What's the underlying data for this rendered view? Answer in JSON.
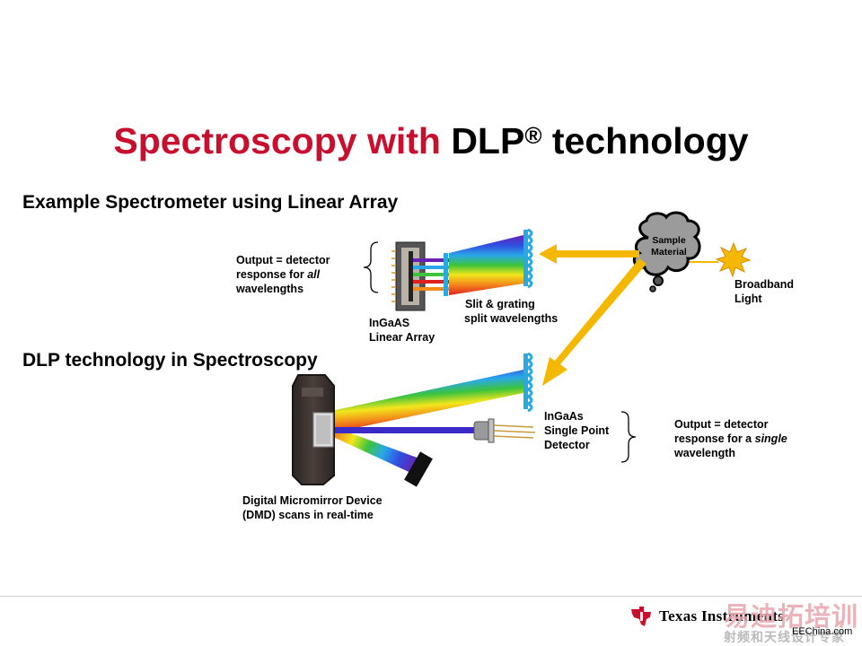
{
  "title": {
    "part1": "Spectroscopy with ",
    "part2": "DLP",
    "reg": "®",
    "part3": " technology"
  },
  "sections": {
    "linear_array": "Example Spectrometer  using Linear Array",
    "dlp": "DLP technology in Spectroscopy"
  },
  "labels": {
    "output_all_1": "Output = detector",
    "output_all_2a": "response for ",
    "output_all_2b": "all",
    "output_all_3": "wavelengths",
    "ingaas_linear_1": "InGaAS",
    "ingaas_linear_2": "Linear Array",
    "slit_1": "Slit & grating",
    "slit_2": "split wavelengths",
    "sample_1": "Sample",
    "sample_2": "Material",
    "broadband_1": "Broadband",
    "broadband_2": "Light",
    "ingaas_single_1": "InGaAs",
    "ingaas_single_2": "Single Point",
    "ingaas_single_3": "Detector",
    "output_single_1": "Output = detector",
    "output_single_2a": "response  for a ",
    "output_single_2b": "single",
    "output_single_3": "wavelength",
    "dmd_1": "Digital Micromirror Device",
    "dmd_2": "(DMD) scans  in real-time"
  },
  "footer": {
    "brand": "Texas Instruments",
    "watermark_cn_1": "易迪拓培训",
    "watermark_cn_2": "射频和天线设计专家",
    "watermark_site": "EEChina.com"
  },
  "colors": {
    "title_red": "#c8102e",
    "beam_yellow": "#f5b800",
    "grating_blue": "#29a9e0",
    "ti_red": "#c8102e"
  }
}
